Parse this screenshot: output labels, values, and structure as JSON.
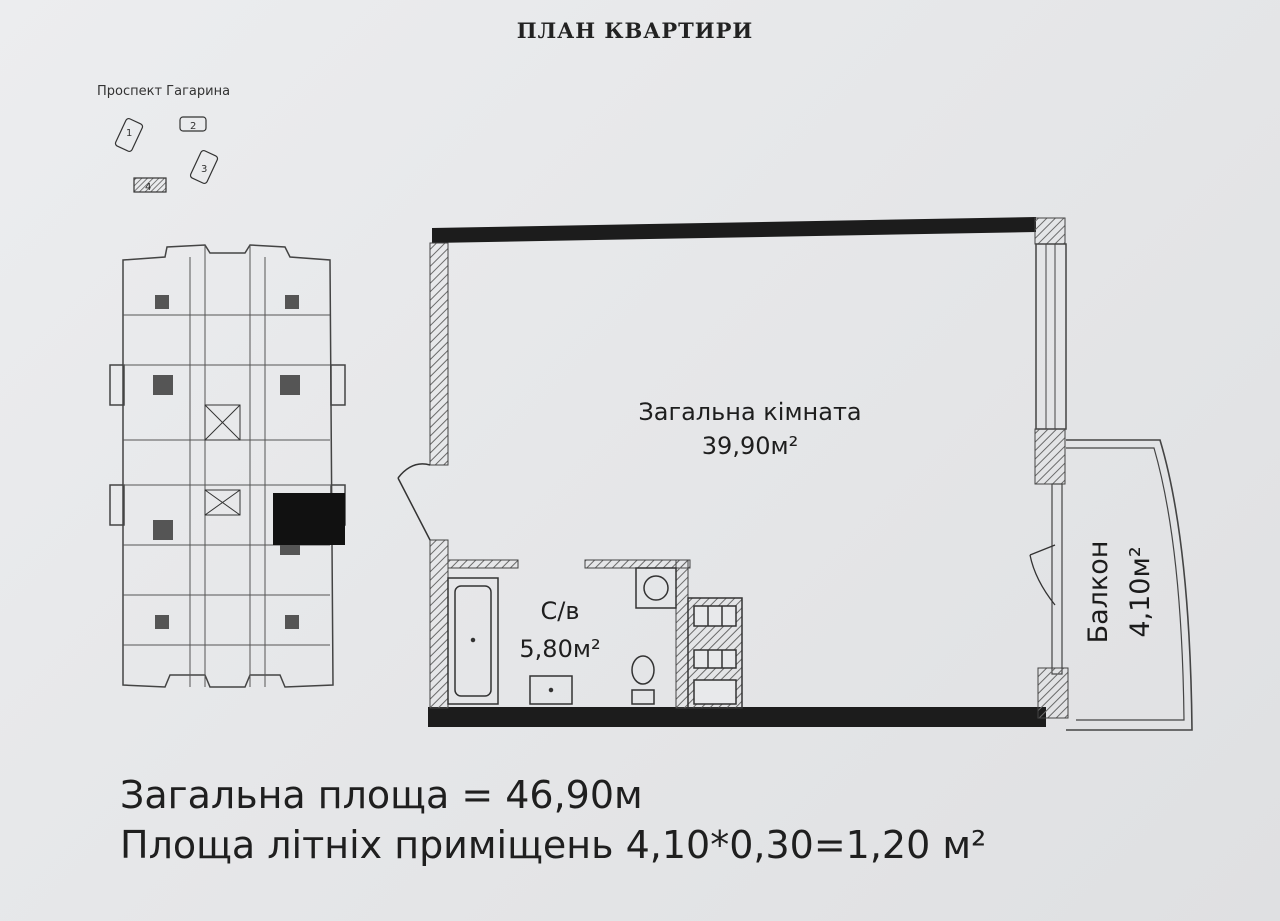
{
  "header": {
    "title": "ПЛАН КВАРТИРИ"
  },
  "location_map": {
    "street_label": "Проспект Гагарина",
    "buildings": [
      "1",
      "2",
      "3",
      "4"
    ],
    "highlighted_building": "4"
  },
  "floor_plan": {
    "main_room": {
      "name": "Загальна кімната",
      "area": "39,90м²"
    },
    "bathroom": {
      "name": "С/в",
      "area": "5,80м²"
    },
    "balcony": {
      "name": "Балкон",
      "area": "4,10м²"
    }
  },
  "summary": {
    "total_area": "Загальна площа = 46,90м",
    "summer_area": "Площа літніх приміщень 4,10*0,30=1,20 м²"
  },
  "colors": {
    "wall": "#1c1c1c",
    "hatch": "#6a6a6a",
    "paper": "#e8e9eb"
  }
}
